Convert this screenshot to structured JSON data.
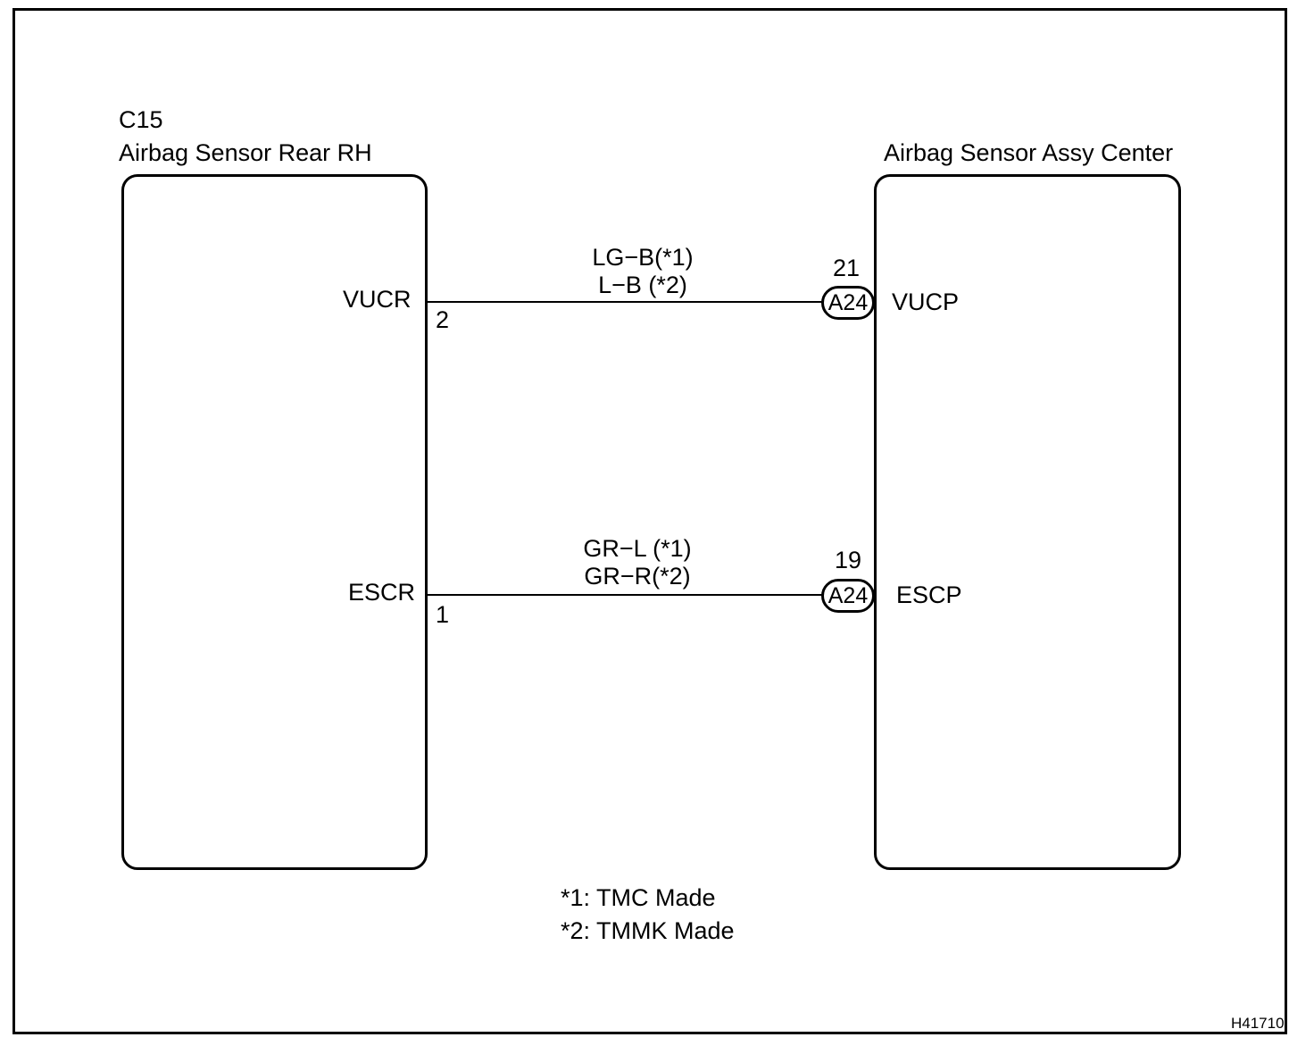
{
  "left_component": {
    "code": "C15",
    "name": "Airbag Sensor Rear RH",
    "pins": [
      {
        "label": "VUCR",
        "number": "2"
      },
      {
        "label": "ESCR",
        "number": "1"
      }
    ]
  },
  "right_component": {
    "name": "Airbag Sensor Assy Center",
    "pins": [
      {
        "label": "VUCP",
        "number": "21",
        "connector": "A24"
      },
      {
        "label": "ESCP",
        "number": "19",
        "connector": "A24"
      }
    ]
  },
  "wires": [
    {
      "color_line1": "LG−B(*1)",
      "color_line2": "L−B (*2)"
    },
    {
      "color_line1": "GR−L (*1)",
      "color_line2": "GR−R(*2)"
    }
  ],
  "notes": [
    "*1: TMC Made",
    "*2: TMMK Made"
  ],
  "figure_id": "H41710"
}
